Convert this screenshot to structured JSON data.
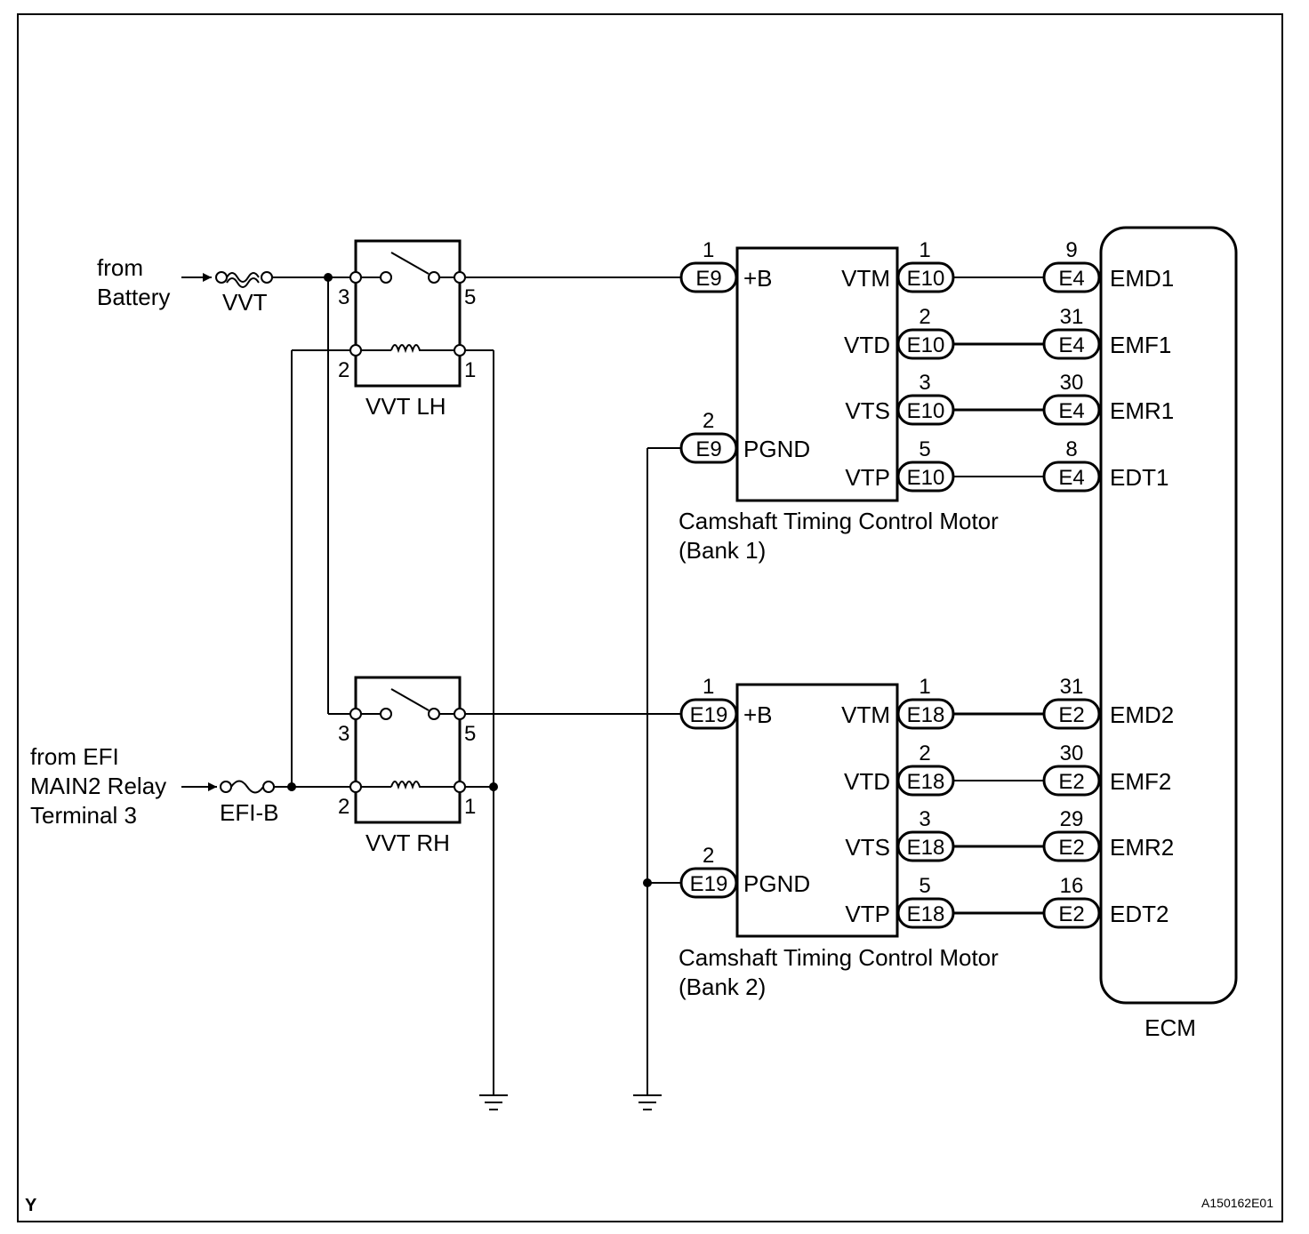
{
  "sources": {
    "battery": [
      "from",
      "Battery"
    ],
    "efi": [
      "from EFI",
      "MAIN2 Relay",
      "Terminal 3"
    ]
  },
  "fuses": {
    "vvt": "VVT",
    "efib": "EFI-B"
  },
  "relays": {
    "lh": {
      "name": "VVT LH",
      "pins": [
        "3",
        "5",
        "2",
        "1"
      ]
    },
    "rh": {
      "name": "VVT RH",
      "pins": [
        "3",
        "5",
        "2",
        "1"
      ]
    }
  },
  "motors": [
    {
      "label": [
        "Camshaft Timing Control Motor",
        "(Bank 1)"
      ],
      "power": {
        "pin": "1",
        "conn": "E9",
        "name": "+B"
      },
      "ground": {
        "pin": "2",
        "conn": "E9",
        "name": "PGND"
      },
      "terminals": [
        {
          "name": "VTM",
          "pin": "1",
          "conn": "E10"
        },
        {
          "name": "VTD",
          "pin": "2",
          "conn": "E10"
        },
        {
          "name": "VTS",
          "pin": "3",
          "conn": "E10"
        },
        {
          "name": "VTP",
          "pin": "5",
          "conn": "E10"
        }
      ]
    },
    {
      "label": [
        "Camshaft Timing Control Motor",
        "(Bank 2)"
      ],
      "power": {
        "pin": "1",
        "conn": "E19",
        "name": "+B"
      },
      "ground": {
        "pin": "2",
        "conn": "E19",
        "name": "PGND"
      },
      "terminals": [
        {
          "name": "VTM",
          "pin": "1",
          "conn": "E18"
        },
        {
          "name": "VTD",
          "pin": "2",
          "conn": "E18"
        },
        {
          "name": "VTS",
          "pin": "3",
          "conn": "E18"
        },
        {
          "name": "VTP",
          "pin": "5",
          "conn": "E18"
        }
      ]
    }
  ],
  "ecm": {
    "name": "ECM",
    "terminals": [
      {
        "pin": "9",
        "conn": "E4",
        "name": "EMD1"
      },
      {
        "pin": "31",
        "conn": "E4",
        "name": "EMF1"
      },
      {
        "pin": "30",
        "conn": "E4",
        "name": "EMR1"
      },
      {
        "pin": "8",
        "conn": "E4",
        "name": "EDT1"
      },
      {
        "pin": "31",
        "conn": "E2",
        "name": "EMD2"
      },
      {
        "pin": "30",
        "conn": "E2",
        "name": "EMF2"
      },
      {
        "pin": "29",
        "conn": "E2",
        "name": "EMR2"
      },
      {
        "pin": "16",
        "conn": "E2",
        "name": "EDT2"
      }
    ]
  },
  "footer": {
    "left": "Y",
    "right": "A150162E01"
  }
}
